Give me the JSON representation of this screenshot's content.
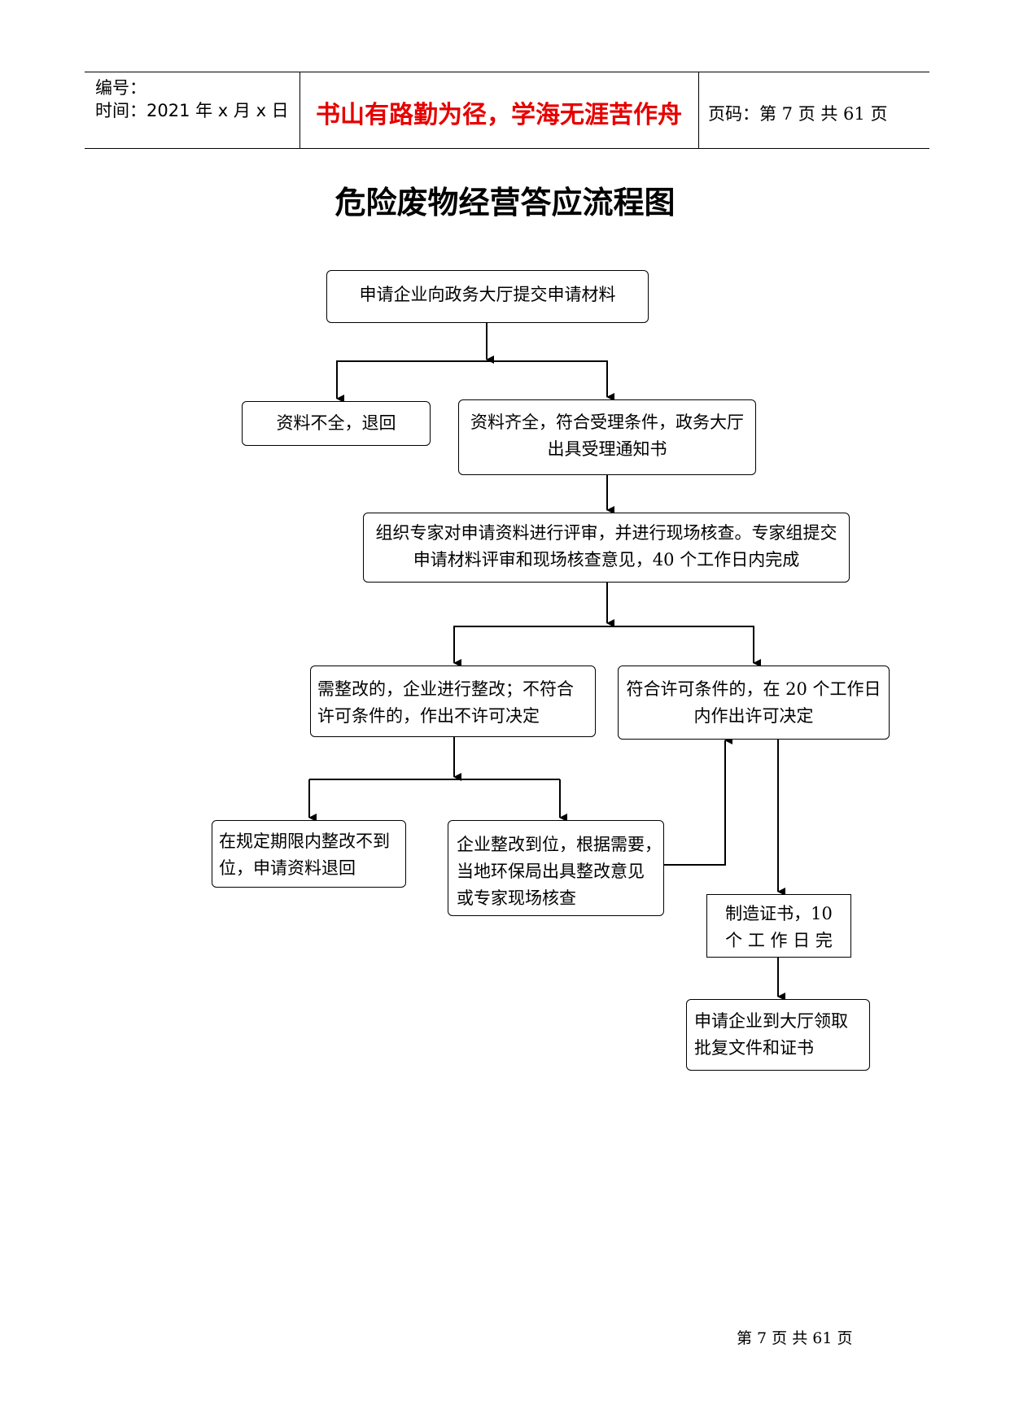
{
  "header": {
    "number_label": "编号：",
    "time_label": "时间：2021 年 x 月 x 日",
    "motto": "书山有路勤为径，学海无涯苦作舟",
    "page_label": "页码：第 7 页  共 61 页"
  },
  "title": "危险废物经营答应流程图",
  "flow": {
    "submit": "申请企业向政务大厅提交申请材料",
    "incomplete": "资料不全，退回",
    "complete_line1": "资料齐全，符合受理条件，政务大厅",
    "complete_line2": "出具受理通知书",
    "review_line1": "组织专家对申请资料进行评审，并进行现场核查。专家组提交",
    "review_line2": "申请材料评审和现场核查意见，40 个工作日内完成",
    "rectify_line1": "需整改的，企业进行整改；不符合",
    "rectify_line2": "许可条件的，作出不许可决定",
    "approve_line1": "符合许可条件的，在 20 个工作日",
    "approve_line2": "内作出许可决定",
    "overdue_line1": "在规定期限内整改不到",
    "overdue_line2": "位，申请资料退回",
    "rectified_line1": "企业整改到位，根据需要，",
    "rectified_line2": "当地环保局出具整改意见",
    "rectified_line3": "或专家现场核查",
    "certificate_line1": "制造证书，10",
    "certificate_line2": "个 工 作 日 完",
    "collect_line1": "申请企业到大厅领取",
    "collect_line2": "批复文件和证书"
  },
  "footer": "第  7  页  共  61  页"
}
